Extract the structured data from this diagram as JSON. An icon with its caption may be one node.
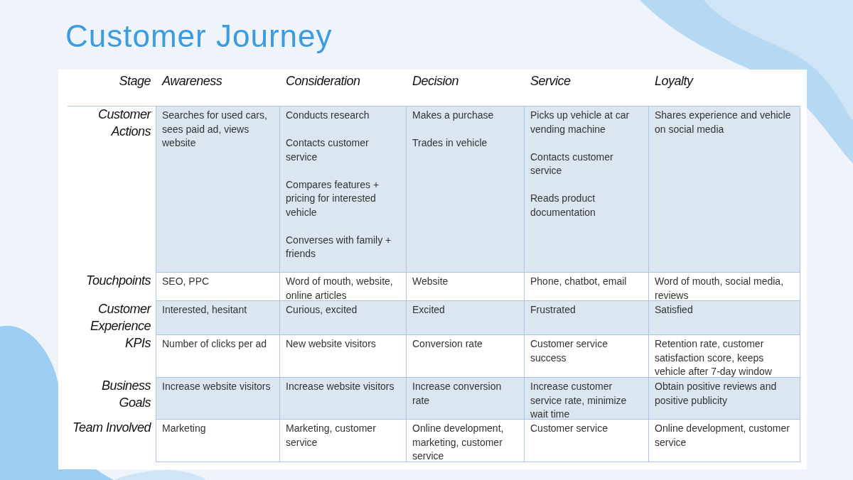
{
  "diagram": {
    "title": "Customer Journey",
    "labels": [
      "Stage",
      "Awareness",
      "Consideration",
      "Decision",
      "Service",
      "Loyalty",
      "Customer Actions",
      "Searches for used cars, sees paid ad, views website",
      "Conducts research",
      "Contacts customer service",
      "Compares features + pricing for interested vehicle",
      "Converses with family + friends",
      "Makes a purchase",
      "Trades in vehicle",
      "Picks up vehicle at car vending machine",
      "Contacts customer service",
      "Reads product documentation",
      "Shares experience and vehicle on social media",
      "Touchpoints",
      "SEO, PPC",
      "Word of mouth, website, online articles",
      "Website",
      "Phone, chatbot, email",
      "Word of mouth, social media, reviews",
      "Customer Experience",
      "Interested, hesitant",
      "Curious, excited",
      "Excited",
      "Frustrated",
      "Satisfied",
      "KPIs",
      "Number of clicks per ad",
      "New website visitors",
      "Conversion rate",
      "Customer service success",
      "Retention rate, customer satisfaction score, keeps vehicle after 7-day window",
      "Business Goals",
      "Increase website visitors",
      "Increase website visitors",
      "Increase conversion rate",
      "Increase customer service rate, minimize wait time",
      "Obtain positive reviews and positive publicity",
      "Team Involved",
      "Marketing",
      "Marketing, customer service",
      "Online development, marketing, customer service",
      "Customer service",
      "Online development, customer service"
    ]
  }
}
